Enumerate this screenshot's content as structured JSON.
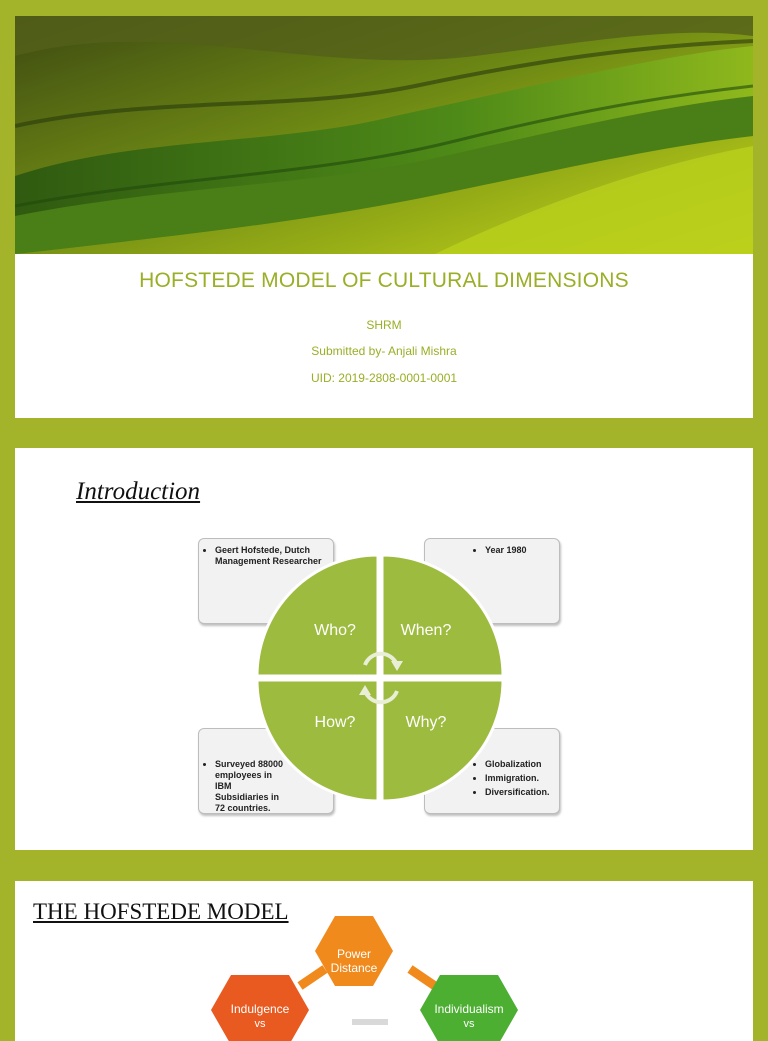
{
  "slide1": {
    "title": "HOFSTEDE MODEL OF CULTURAL DIMENSIONS",
    "subtitle": "SHRM",
    "submitted_by": "Submitted by- Anjali Mishra",
    "uid": "UID: 2019-2808-0001-0001"
  },
  "slide2": {
    "heading": "Introduction",
    "quadrants": {
      "who": "Who?",
      "when": "When?",
      "how": "How?",
      "why": "Why?"
    },
    "boxes": {
      "who": [
        "Geert Hofstede, Dutch Management Researcher"
      ],
      "when": [
        "Year 1980"
      ],
      "how": [
        "Surveyed 88000 employees in IBM Subsidiaries in 72 countries."
      ],
      "why": [
        "Globalization",
        "Immigration.",
        "Diversification."
      ]
    }
  },
  "slide3": {
    "heading": "THE HOFSTEDE MODEL",
    "hex_power": [
      "Power",
      "Distance"
    ],
    "hex_indulgence": [
      "Indulgence",
      "vs"
    ],
    "hex_individualism": [
      "Individualism",
      "vs"
    ]
  },
  "colors": {
    "background": "#a3b42a",
    "accent": "#9aae26",
    "circle": "#9dbb3e",
    "orange": "#f08a1c",
    "red": "#e85a20",
    "green": "#4caf32"
  }
}
